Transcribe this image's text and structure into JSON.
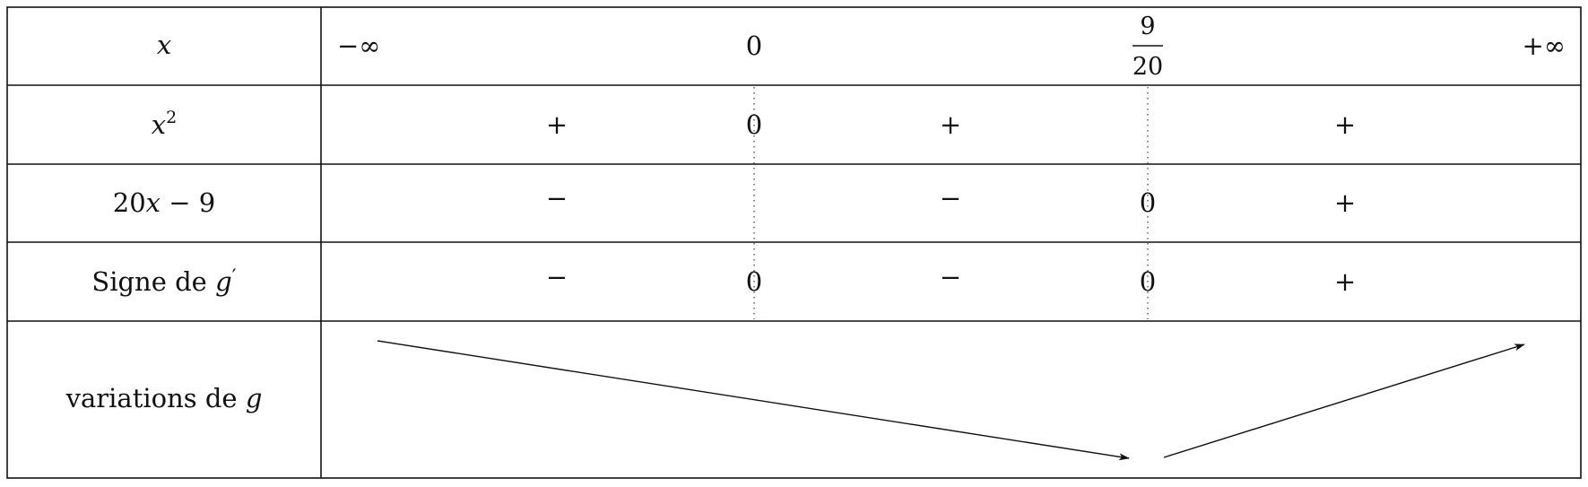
{
  "header": {
    "var_label": "x",
    "values": [
      "−∞",
      "0",
      "+∞"
    ],
    "fraction": {
      "num": "9",
      "den": "20"
    }
  },
  "rows": [
    {
      "label": {
        "base": "x",
        "sup": "2"
      },
      "signs": [
        "+",
        "0",
        "+",
        "",
        "+"
      ]
    },
    {
      "label": {
        "pre": "20",
        "var": "x",
        "post": " − 9"
      },
      "signs": [
        "−",
        "",
        "−",
        "0",
        "+"
      ]
    },
    {
      "label": {
        "text": "Signe de ",
        "var": "g",
        "prime": "′"
      },
      "signs": [
        "−",
        "0",
        "−",
        "0",
        "+"
      ]
    }
  ],
  "variations": {
    "label": {
      "text": "variations de ",
      "var": "g"
    },
    "directions": [
      "decreasing",
      "increasing"
    ]
  }
}
